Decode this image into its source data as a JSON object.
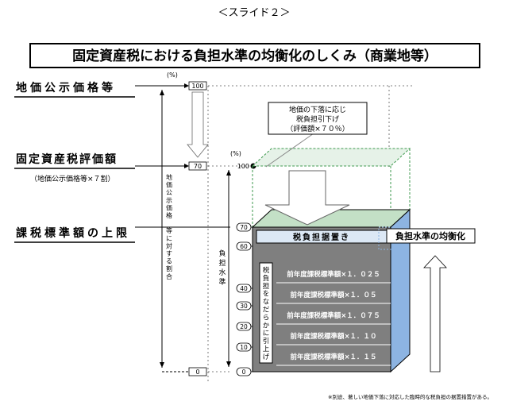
{
  "slide_label": "＜スライド２＞",
  "title": "固定資産税における負担水準の均衡化のしくみ（商業地等）",
  "left_labels": {
    "land_price": "地価公示価格等",
    "assessed_value": "固定資産税評価額",
    "assessed_note": "（地価公示価格等×７割）",
    "tax_base_limit": "課税標準額の上限"
  },
  "outer_axis": {
    "unit": "(%)",
    "ticks": [
      "100",
      "70",
      "0"
    ],
    "label": [
      "地",
      "価",
      "公",
      "示",
      "価",
      "格",
      "",
      "等",
      "に",
      "対",
      "す",
      "る",
      "割",
      "合"
    ]
  },
  "inner_axis": {
    "unit": "(%)",
    "ticks": [
      "100",
      "70",
      "60",
      "40",
      "30",
      "20",
      "10",
      "0"
    ],
    "label": [
      "負",
      "担",
      "水",
      "準"
    ]
  },
  "callout": {
    "line1": "地価の下落に応じ",
    "line2": "税負担引下げ",
    "line3": "（評価額×７０％）"
  },
  "box_labels": {
    "hold": "税負担据置き",
    "balance": "負担水準の均衡化",
    "raise": [
      "税",
      "負",
      "担",
      "を",
      "な",
      "だ",
      "ら",
      "か",
      "に",
      "引",
      "上",
      "げ"
    ]
  },
  "rows": [
    "前年度課税標準額×１．０２５",
    "前年度課税標準額×１．０５",
    "前年度課税標準額×１．０７５",
    "前年度課税標準額×１．１０",
    "前年度課税標準額×１．１５"
  ],
  "footnote": "※別途、著しい地価下落に対応した臨時的な税負担の据置措置がある。",
  "colors": {
    "box_gray": "#7f7f7f",
    "box_side": "#8db4e2",
    "box_top": "#c3e0c6",
    "hold_fill": "#dce8f5",
    "dashed_green": "#3f9a4f"
  }
}
